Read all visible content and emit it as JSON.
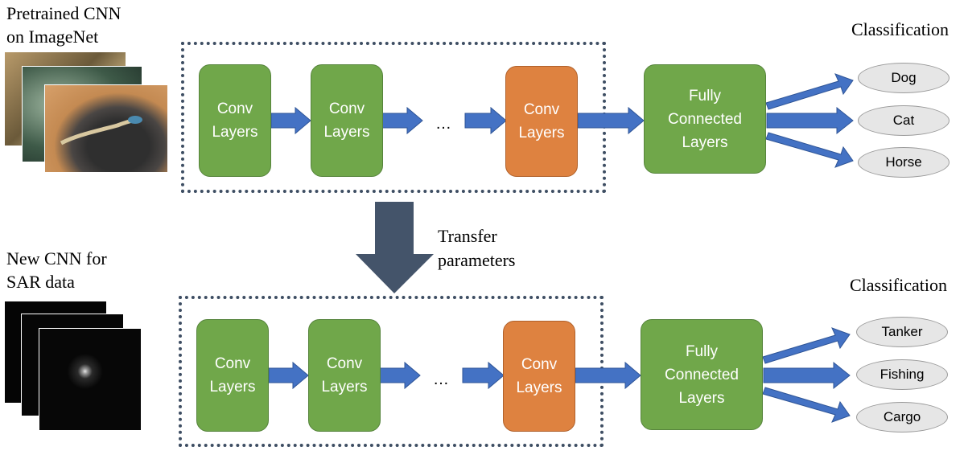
{
  "top": {
    "caption_line1": "Pretrained CNN",
    "caption_line2": "on ImageNet",
    "classification_label": "Classification",
    "conv1": "Conv\nLayers",
    "conv2": "Conv\nLayers",
    "ellipsis": "…",
    "conv3": "Conv\nLayers",
    "fc": "Fully\nConnected\nLayers",
    "classes": [
      "Dog",
      "Cat",
      "Horse"
    ]
  },
  "transfer": {
    "line1": "Transfer",
    "line2": "parameters"
  },
  "bottom": {
    "caption_line1": "New CNN for",
    "caption_line2": "SAR data",
    "classification_label": "Classification",
    "conv1": "Conv\nLayers",
    "conv2": "Conv\nLayers",
    "ellipsis": "…",
    "conv3": "Conv\nLayers",
    "fc": "Fully\nConnected\nLayers",
    "classes": [
      "Tanker",
      "Fishing",
      "Cargo"
    ]
  },
  "colors": {
    "conv_green": "#70a74a",
    "conv_orange": "#de8240",
    "arrow_blue": "#4472c4",
    "transfer_arrow": "#44546a",
    "dotted_frame": "#3e4e63",
    "class_oval": "#e6e6e6"
  }
}
